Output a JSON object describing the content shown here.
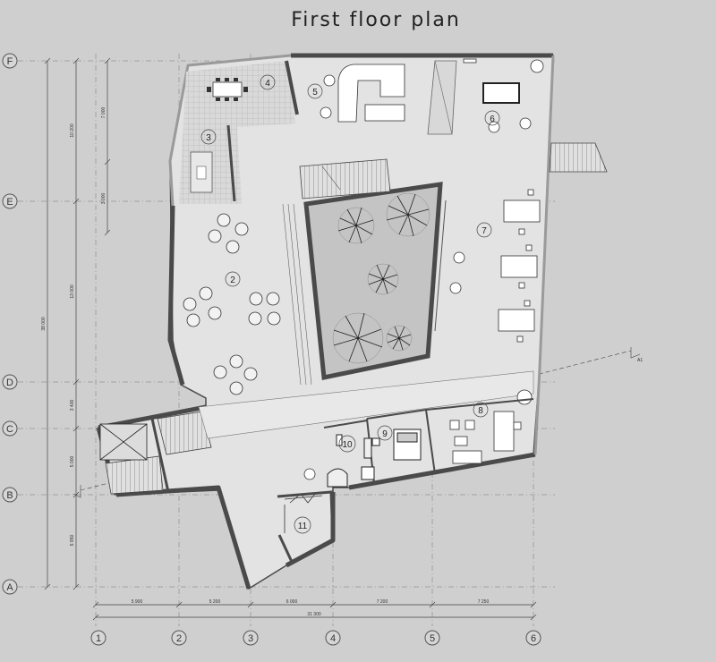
{
  "title": "First floor plan",
  "axes_letters": [
    "F",
    "E",
    "D",
    "C",
    "B",
    "A"
  ],
  "axes_numbers": [
    "1",
    "2",
    "3",
    "4",
    "5",
    "6"
  ],
  "dims_bottom": [
    "5 900",
    "5 200",
    "6 000",
    "7 200",
    "7 250"
  ],
  "dim_bottom_total": "31 300",
  "dims_left": [
    "10 200",
    "13 000",
    "3 400",
    "5 000",
    "6 950"
  ],
  "dims_left_inner": [
    "7 000",
    "3 000"
  ],
  "dim_left_total": "38 000",
  "rooms": [
    "4",
    "5",
    "6",
    "3",
    "7",
    "2",
    "8",
    "9",
    "10",
    "11"
  ],
  "section_label": "A1",
  "colors": {
    "background": "#cfcfcf",
    "wall_dark": "#4a4a4a",
    "wall_light": "#9a9a9a",
    "floor": "#e3e3e3",
    "courtyard": "#c4c4c4",
    "line": "#555555"
  }
}
